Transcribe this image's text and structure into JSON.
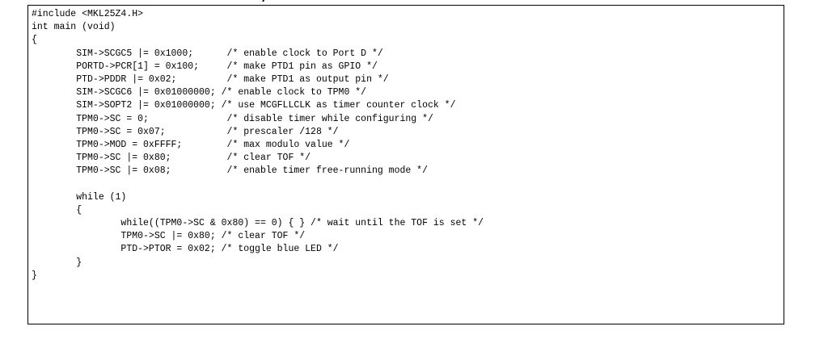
{
  "code": {
    "lines": [
      "#include <MKL25Z4.H>",
      "int main (void)",
      "{",
      "        SIM->SCGC5 |= 0x1000;      /* enable clock to Port D */",
      "        PORTD->PCR[1] = 0x100;     /* make PTD1 pin as GPIO */",
      "        PTD->PDDR |= 0x02;         /* make PTD1 as output pin */",
      "        SIM->SCGC6 |= 0x01000000; /* enable clock to TPM0 */",
      "        SIM->SOPT2 |= 0x01000000; /* use MCGFLLCLK as timer counter clock */",
      "        TPM0->SC = 0;              /* disable timer while configuring */",
      "        TPM0->SC = 0x07;           /* prescaler /128 */",
      "        TPM0->MOD = 0xFFFF;        /* max modulo value */",
      "        TPM0->SC |= 0x80;          /* clear TOF */",
      "        TPM0->SC |= 0x08;          /* enable timer free-running mode */",
      "",
      "        while (1)",
      "        {",
      "                while((TPM0->SC & 0x80) == 0) { } /* wait until the TOF is set */",
      "                TPM0->SC |= 0x80; /* clear TOF */",
      "                PTD->PTOR = 0x02; /* toggle blue LED */",
      "        }",
      "}"
    ]
  }
}
